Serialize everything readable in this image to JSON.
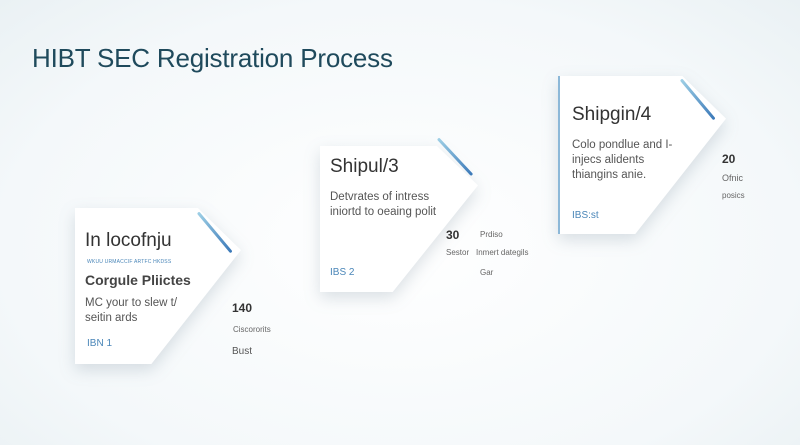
{
  "title": "HIBT SEC Registration Process",
  "cards": [
    {
      "heading": "In locofnju",
      "subtext": "WKUU URMACCIF ARTFC HKDSS",
      "subheading": "Corgule Pliictes",
      "body": "MC your to slew t/ seitin ards",
      "tag": "IBN 1",
      "stat": "140",
      "stat_label": "Ciscororits",
      "extra": "Bust"
    },
    {
      "heading": "Shipul/3",
      "body": "Detvrates of intress iniortd to oeaing polit",
      "tag": "IBS 2",
      "stat": "30",
      "stat_label": "Sestor",
      "extra_top": "Prdiso",
      "extra_mid": "Inmert dategils",
      "extra_bottom": "Gar"
    },
    {
      "heading": "Shipgin/4",
      "body": "Colo pondlue and I- injecs alidents thiangins anie.",
      "tag": "IBS:st",
      "stat": "20",
      "stat_label": "Ofnic",
      "extra": "posics"
    }
  ],
  "colors": {
    "title": "#1f4a5c",
    "accent": "#3a78b8"
  }
}
